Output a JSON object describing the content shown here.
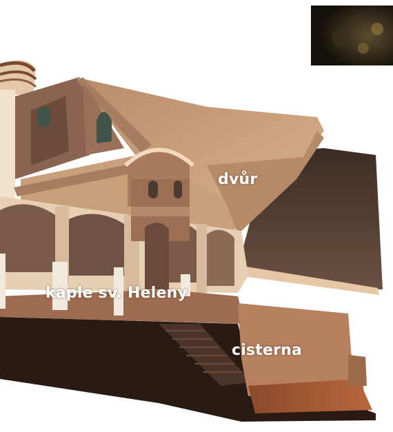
{
  "labels": {
    "courtyard": "dvůr",
    "chapel": "kaple sv. Heleny",
    "cistern": "cisterna"
  },
  "colors": {
    "roof": "#c79a76",
    "wall": "#b88a68",
    "shadow": "#5b4232",
    "floor_dark": "#2a1a14",
    "cistern_floor": "#a0522d",
    "ground": "#3a2a22",
    "thumb": "#1e180f"
  }
}
